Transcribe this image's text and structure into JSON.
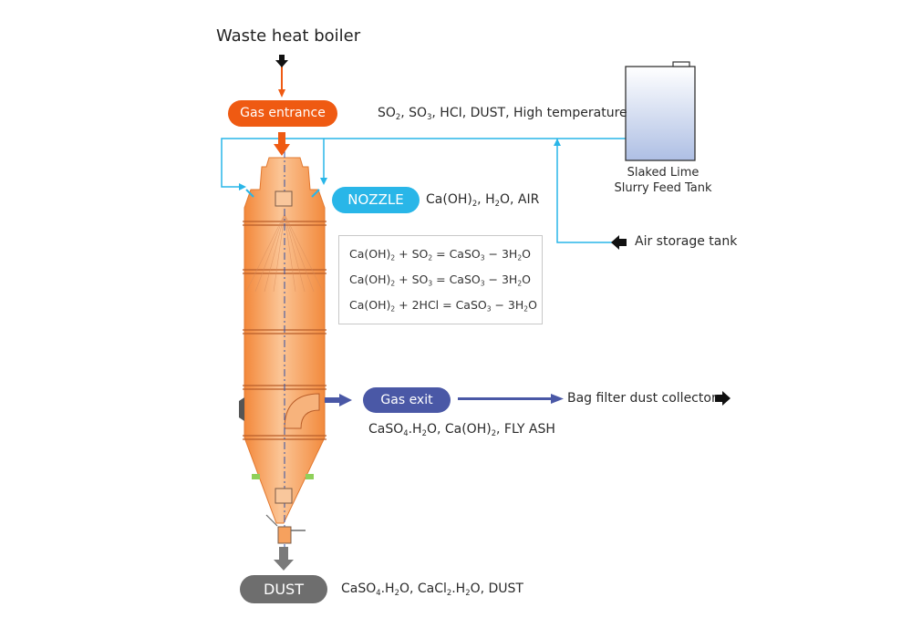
{
  "labels": {
    "waste_heat_boiler": "Waste heat boiler",
    "gas_entrance": "Gas entrance",
    "inlet_gas": [
      "SO",
      "2",
      ", SO",
      "3",
      ", HCI, DUST, High temperature"
    ],
    "tank_line1": "Slaked Lime",
    "tank_line2": "Slurry Feed Tank",
    "nozzle": "NOZZLE",
    "nozzle_feed": [
      "Ca(OH)",
      "2",
      ", H",
      "2",
      "O, AIR"
    ],
    "air_storage": "Air storage tank",
    "gas_exit": "Gas exit",
    "bag_filter": "Bag filter dust collector",
    "exit_products": [
      "CaSO",
      "4",
      ".H",
      "2",
      "O, Ca(OH)",
      "2",
      ", FLY ASH"
    ],
    "dust": "DUST",
    "dust_products": [
      "CaSO",
      "4",
      ".H",
      "2",
      "O, CaCl",
      "2",
      ".H",
      "2",
      "O, DUST"
    ]
  },
  "reactions": [
    [
      "Ca(OH)",
      "2",
      " + SO",
      "2",
      " = CaSO",
      "3",
      " − 3H",
      "2",
      "O"
    ],
    [
      "Ca(OH)",
      "2",
      " + SO",
      "3",
      " = CaSO",
      "3",
      " − 3H",
      "2",
      "O"
    ],
    [
      "Ca(OH)",
      "2",
      " + 2HCl = CaSO",
      "3",
      " − 3H",
      "2",
      "O"
    ]
  ],
  "colors": {
    "orange": "#ef5a12",
    "vessel": "#f6a15e",
    "cyan": "#29b6e8",
    "navy": "#4a58a6",
    "gray": "#6e6e6e",
    "tank": "#b8c6e6"
  },
  "icons": [
    "down-arrow-icon",
    "left-arrow-icon",
    "right-arrow-icon"
  ]
}
